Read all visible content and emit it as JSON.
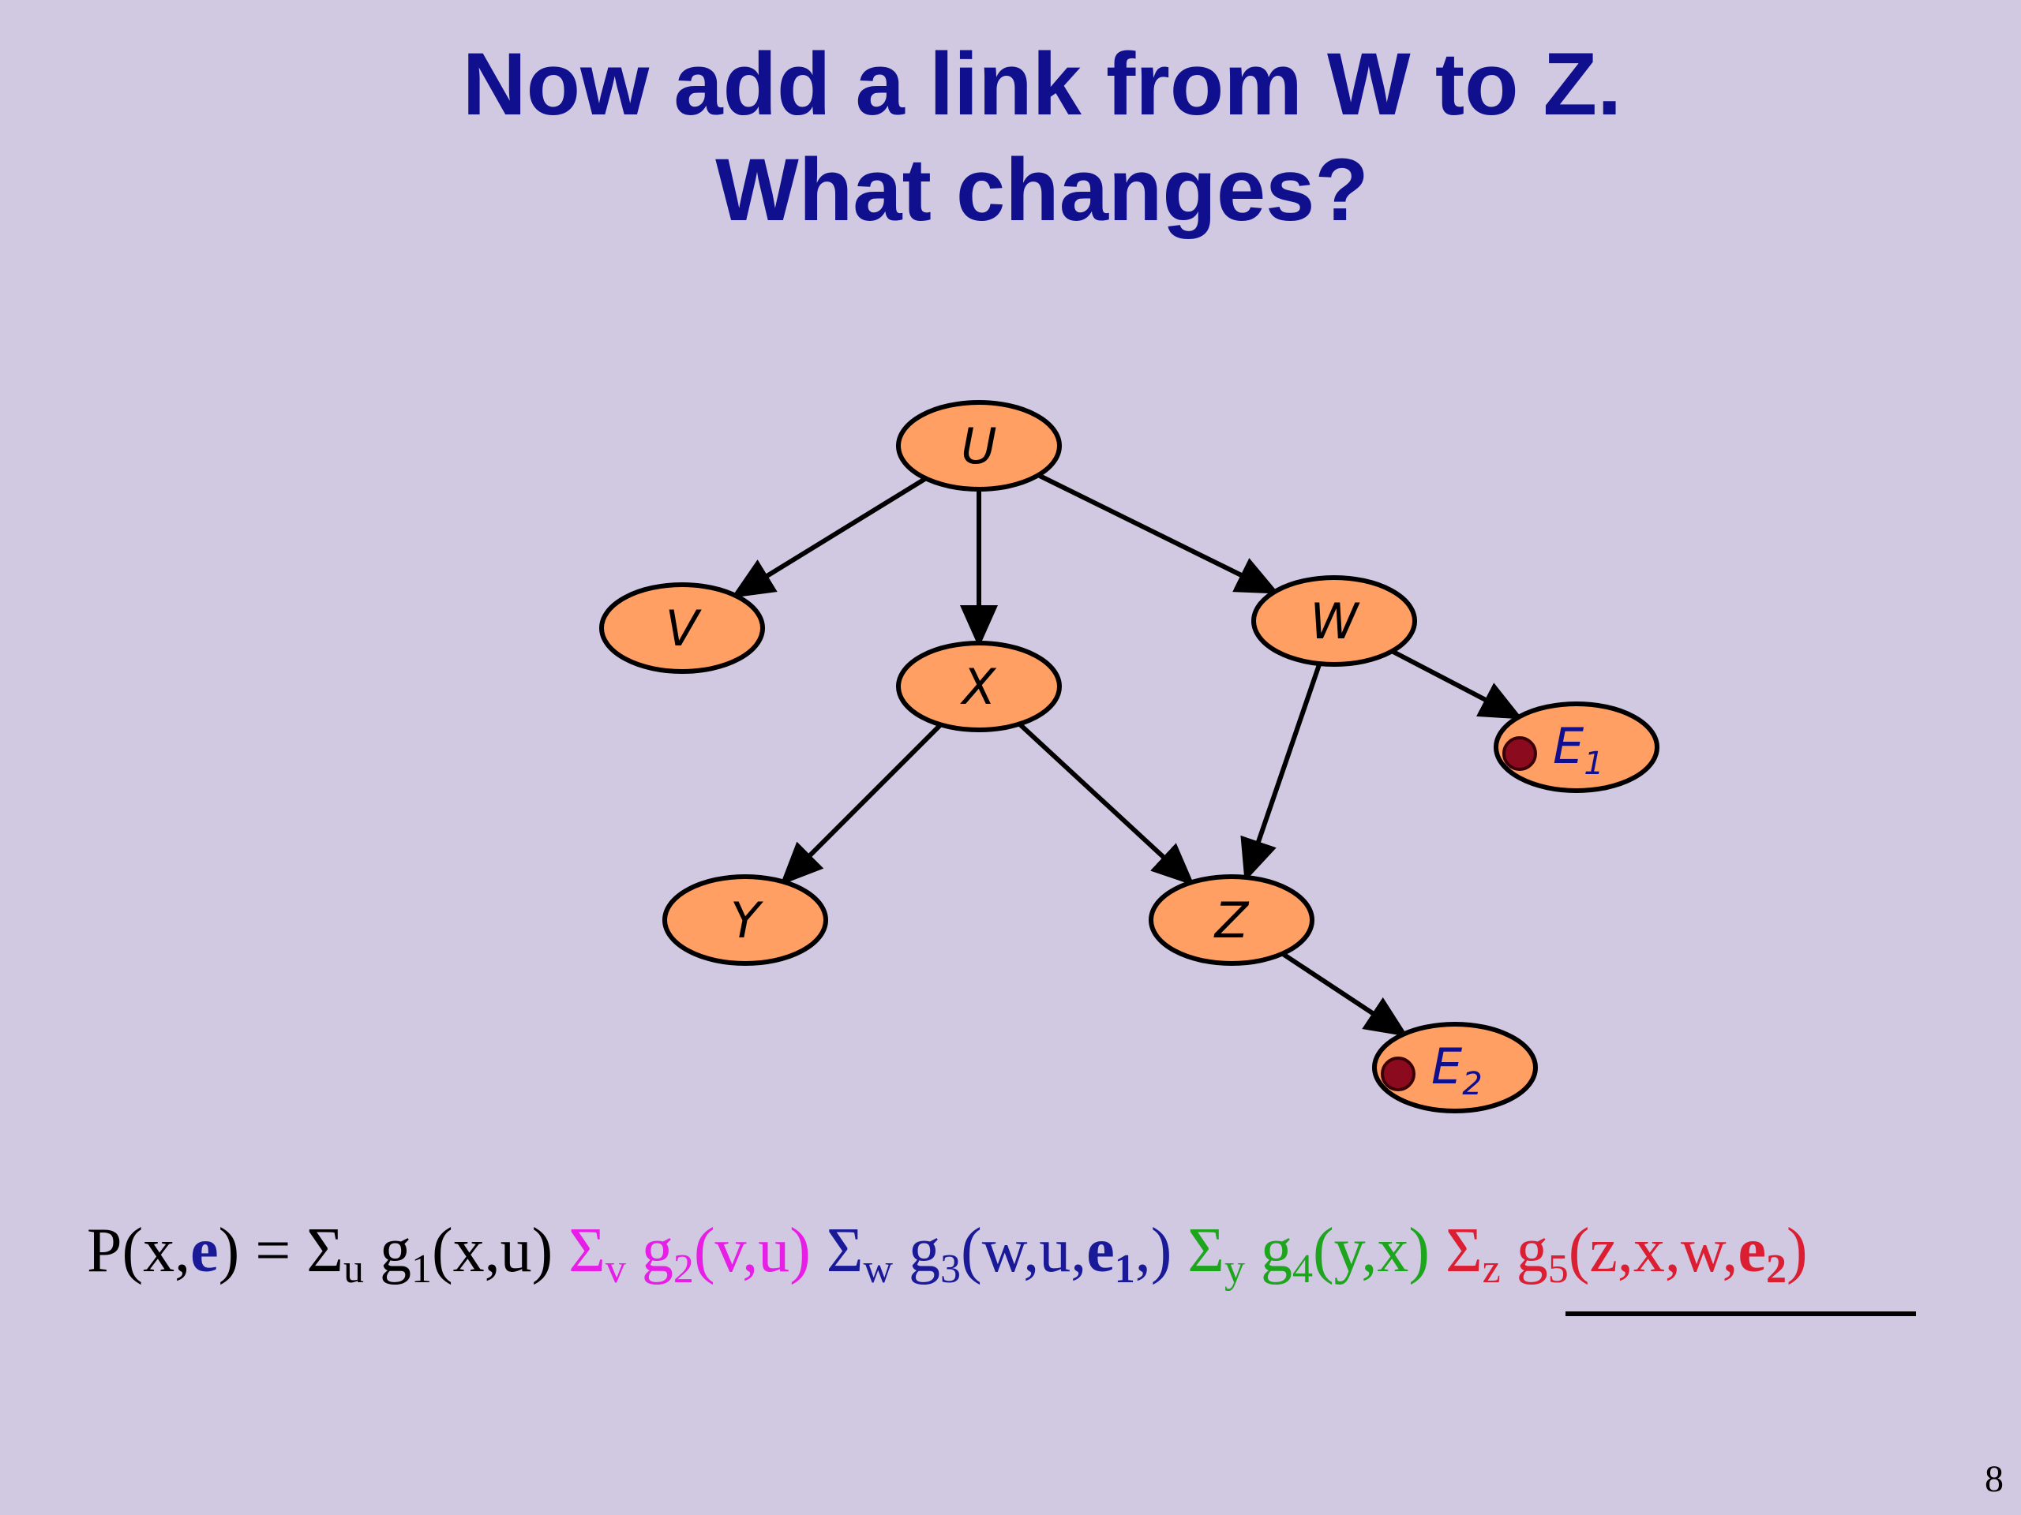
{
  "title": {
    "line1": "Now add a link from W to Z.",
    "line2": "What changes?"
  },
  "colors": {
    "background": "#d1c8e1",
    "title": "#10108f",
    "node_fill": "#ff9f63",
    "evidence_dot": "#8b0a1e",
    "magenta": "#e61ee6",
    "blue": "#1a1a99",
    "green": "#1ea51e",
    "red": "#dc1e32"
  },
  "graph": {
    "nodes": [
      {
        "id": "U",
        "label": "U"
      },
      {
        "id": "V",
        "label": "V"
      },
      {
        "id": "X",
        "label": "X"
      },
      {
        "id": "W",
        "label": "W"
      },
      {
        "id": "E1",
        "label": "E",
        "sub": "1",
        "evidence": true
      },
      {
        "id": "Y",
        "label": "Y"
      },
      {
        "id": "Z",
        "label": "Z"
      },
      {
        "id": "E2",
        "label": "E",
        "sub": "2",
        "evidence": true
      }
    ],
    "edges": [
      {
        "from": "U",
        "to": "V"
      },
      {
        "from": "U",
        "to": "X"
      },
      {
        "from": "U",
        "to": "W"
      },
      {
        "from": "W",
        "to": "E1"
      },
      {
        "from": "W",
        "to": "Z"
      },
      {
        "from": "X",
        "to": "Y"
      },
      {
        "from": "X",
        "to": "Z"
      },
      {
        "from": "Z",
        "to": "E2"
      }
    ]
  },
  "formula": {
    "p_prefix": "P(x,",
    "e": "e",
    "p_suffix": ") = ",
    "sigma": "Σ",
    "t1": {
      "sub": "u",
      "g": " g",
      "gsub": "1",
      "args": "(x,u) "
    },
    "t2": {
      "sub": "v",
      "g": " g",
      "gsub": "2",
      "args": "(v,u) "
    },
    "t3": {
      "sub": "w",
      "g": " g",
      "gsub": "3",
      "args_a": "(w,u,",
      "e": "e",
      "esub": "1",
      "args_b": ",) "
    },
    "t4": {
      "sub": "y",
      "g": " g",
      "gsub": "4",
      "args": "(y,x) "
    },
    "t5": {
      "sub": "z",
      "g": " g",
      "gsub": "5",
      "args_a": "(z,x,w,",
      "e": "e",
      "esub": "2",
      "args_b": ")"
    }
  },
  "page_number": "8"
}
